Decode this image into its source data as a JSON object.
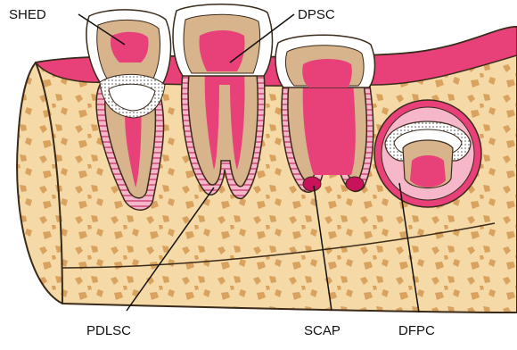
{
  "labels": {
    "shed": "SHED",
    "dpsc": "DPSC",
    "pdlsc": "PDLSC",
    "scap": "SCAP",
    "dfpc": "DFPC"
  },
  "colors": {
    "bone": "#f5d9a6",
    "bone_speckle": "#d9a25e",
    "pink": "#e8417a",
    "pink_light": "#f6b7cb",
    "dentin": "#d8b48c",
    "enamel": "#ffffff",
    "outline": "#3a2a1a"
  }
}
